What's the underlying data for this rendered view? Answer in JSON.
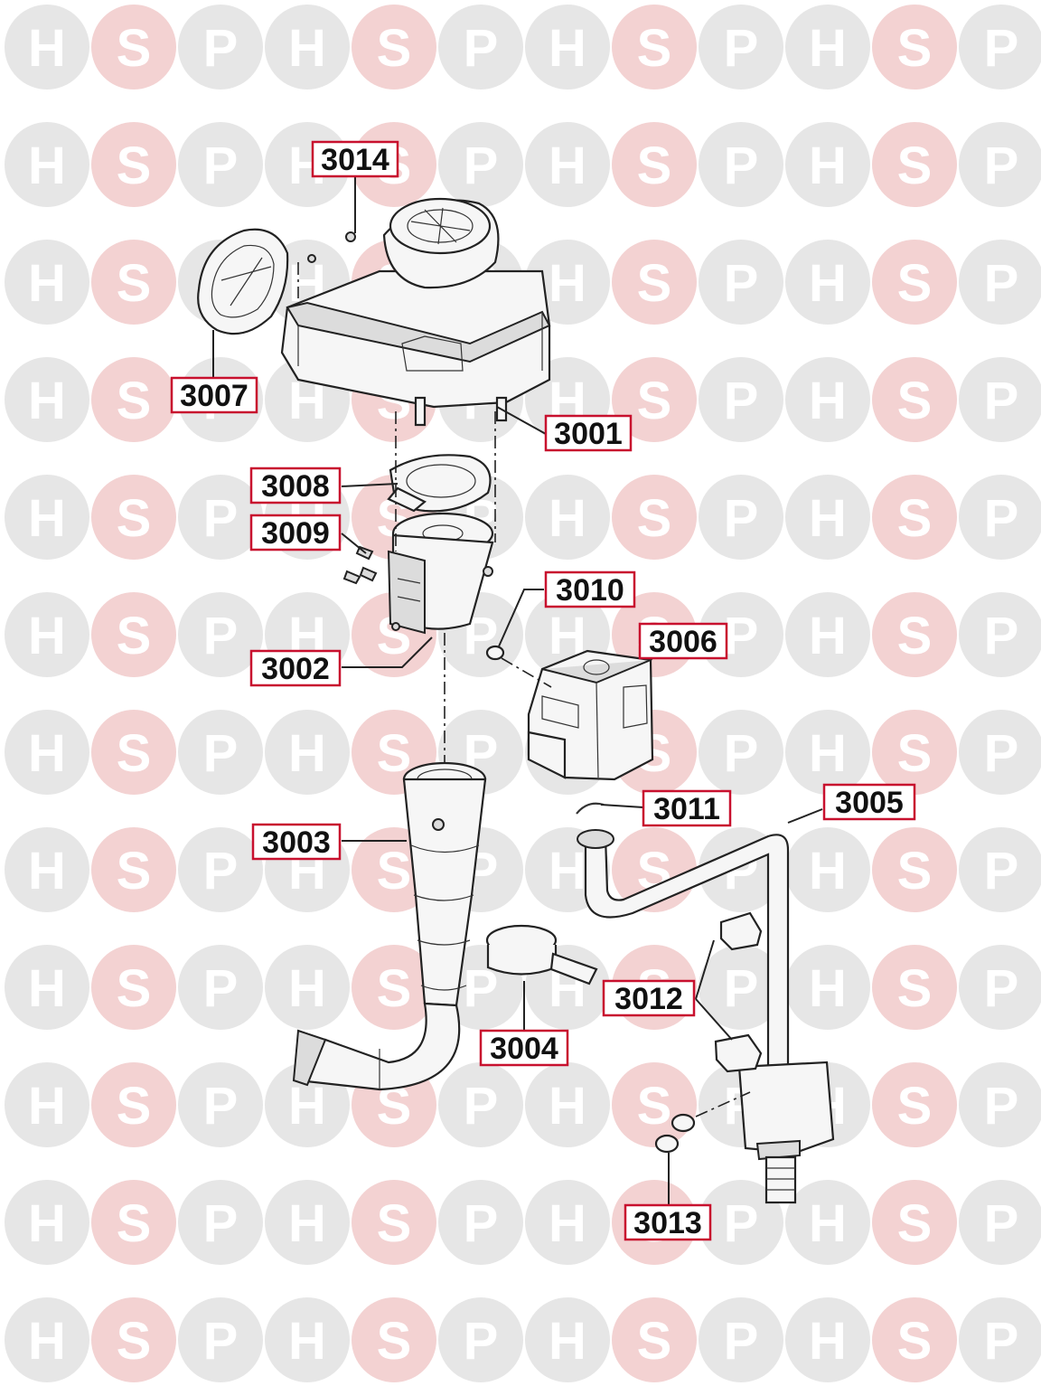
{
  "watermark": {
    "letters": [
      "H",
      "S",
      "P"
    ],
    "colors": {
      "H": "#e6e6e6",
      "S": "#f3d2d2",
      "P": "#e6e6e6"
    }
  },
  "colors": {
    "label_border": "#c8102e",
    "line": "#222222"
  },
  "labels": {
    "l3014": "3014",
    "l3007": "3007",
    "l3001": "3001",
    "l3008": "3008",
    "l3009": "3009",
    "l3010": "3010",
    "l3006": "3006",
    "l3002": "3002",
    "l3011": "3011",
    "l3005": "3005",
    "l3003": "3003",
    "l3012": "3012",
    "l3004": "3004",
    "l3013": "3013"
  }
}
